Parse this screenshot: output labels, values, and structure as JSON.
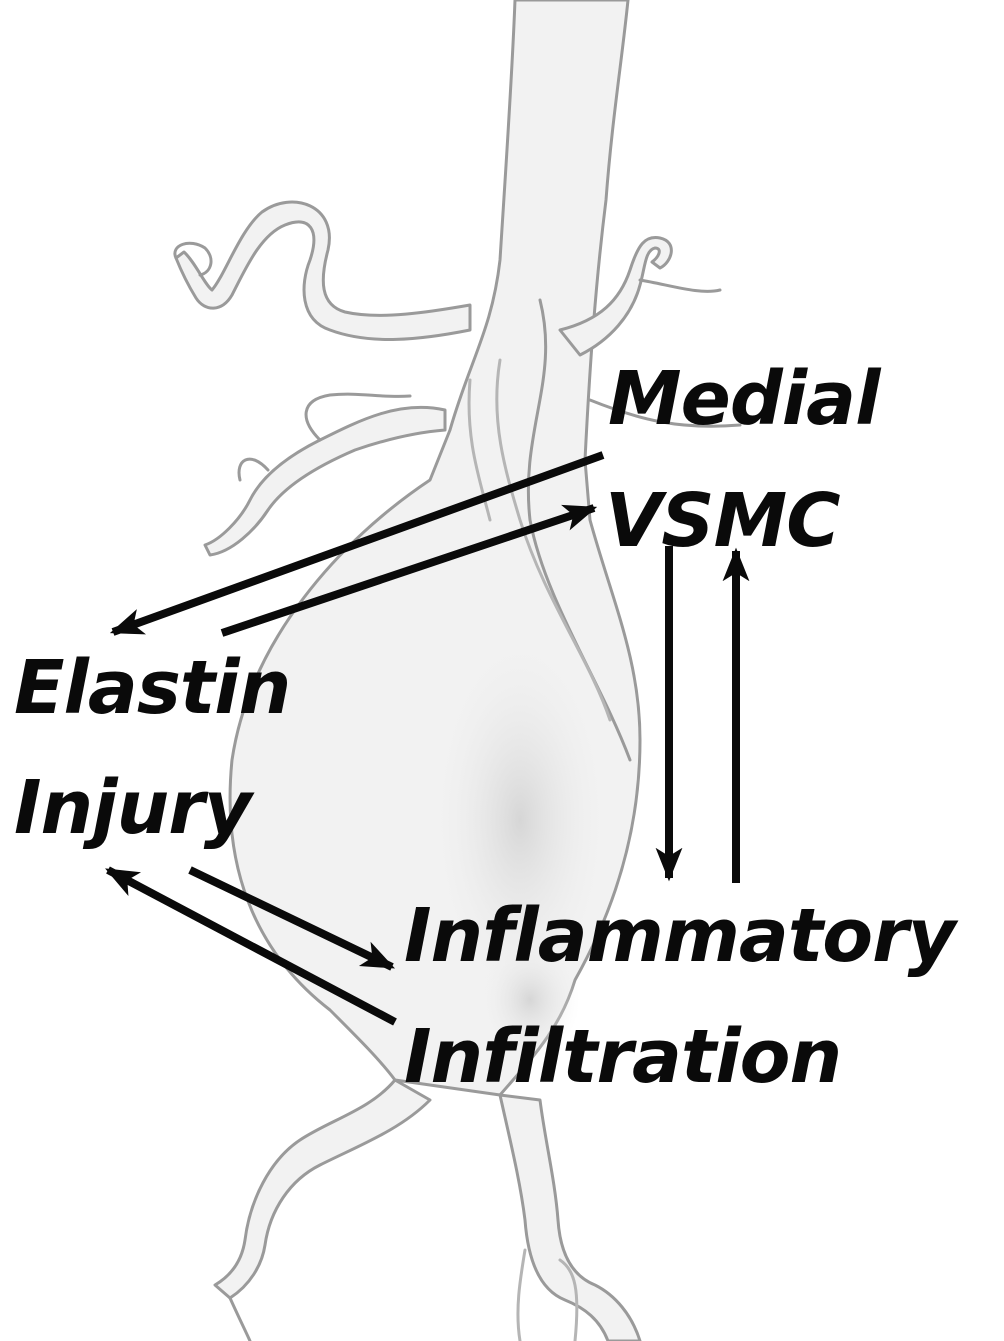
{
  "labels": {
    "medial_line1": "Medial",
    "medial_line2": "VSMC",
    "elastin_line1": "Elastin",
    "elastin_line2": "Injury",
    "inflammatory_line1": "Inflammatory",
    "inflammatory_line2": "Infiltration"
  },
  "colors": {
    "text": "#0a0a0a",
    "arrows": "#0a0a0a",
    "vessel_outline": "#9a9a9a",
    "vessel_fill": "#f1f1f1",
    "vessel_shade": "#d9d9d9"
  },
  "illustration": "aorta-with-abdominal-aneurysm"
}
